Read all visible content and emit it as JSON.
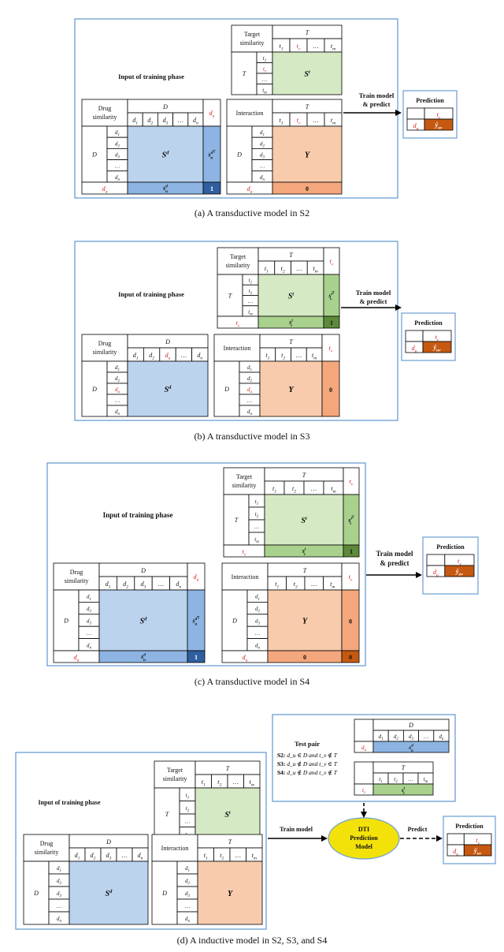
{
  "colors": {
    "frame": "#6a9ed4",
    "drug_fill": "#bcd3ee",
    "drug_bottom": "#8db4e2",
    "drug_dark": "#2f5f9e",
    "target_fill": "#d6e9c5",
    "target_bottom": "#a9d18e",
    "target_dark": "#5d8a3a",
    "interaction_fill": "#f8cbad",
    "interaction_right": "#f4a77c",
    "interaction_dark": "#c65911",
    "red": "#d11a1a",
    "dti": "#f3e10a"
  },
  "labels": {
    "input_training": "Input of training phase",
    "target_similarity_1": "Target",
    "target_similarity_2": "similarity",
    "drug_similarity_1": "Drug",
    "drug_similarity_2": "similarity",
    "interaction": "Interaction",
    "T": "T",
    "D": "D",
    "St": "S",
    "St_sup": "t",
    "Sd": "S",
    "Sd_sup": "d",
    "Y": "Y",
    "zero": "0",
    "one": "1",
    "train_model_predict_1": "Train model",
    "train_model_predict_2": "& predict",
    "train_model": "Train model",
    "predict": "Predict",
    "prediction": "Prediction",
    "test_pair": "Test pair",
    "dti_model_1": "DTI",
    "dti_model_2": "Prediction",
    "dti_model_3": "Model"
  },
  "sym": {
    "t1": "t",
    "t2": "t",
    "tv": "t",
    "dots": "…",
    "tm": "t",
    "d1": "d",
    "d2": "d",
    "d3": "d",
    "du": "d",
    "dn": "d",
    "yuv": "ŷ",
    "sd": "s",
    "st": "s"
  },
  "subs": {
    "one": "1",
    "two": "2",
    "three": "3",
    "v": "v",
    "u": "u",
    "m": "m",
    "n": "n",
    "uv": "uv",
    "d": "d",
    "t": "t",
    "u_bold": "u",
    "v_bold": "v",
    "T": "T"
  },
  "test_conditions": [
    {
      "s": "S2:",
      "rest": " d_u ∈ D and t_v ∉ T"
    },
    {
      "s": "S3:",
      "rest": " d_u ∉ D and t_v ∈ T"
    },
    {
      "s": "S4:",
      "rest": " d_u ∉ D and t_v ∉ T"
    }
  ],
  "captions": {
    "a": "(a)  A transductive model in S2",
    "b": "(b)  A transductive model in S3",
    "c": "(c)  A transductive model in S4",
    "d": "(d)  A inductive model in S2, S3, and S4"
  }
}
